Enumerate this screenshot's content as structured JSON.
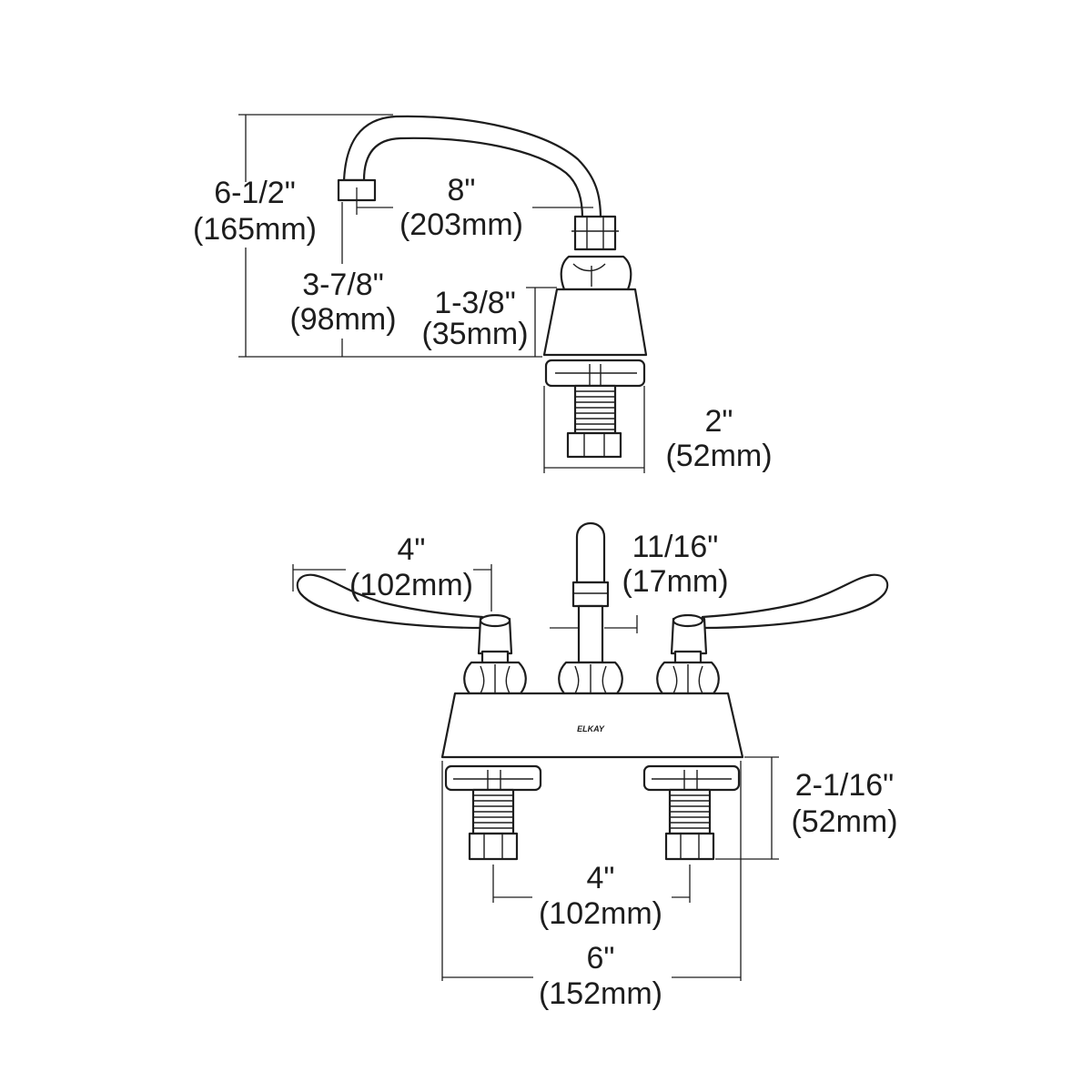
{
  "side_view": {
    "overall_height": {
      "imperial": "6-1/2\"",
      "metric": "(165mm)"
    },
    "spout_reach": {
      "imperial": "8\"",
      "metric": "(203mm)"
    },
    "spout_clearance": {
      "imperial": "3-7/8\"",
      "metric": "(98mm)"
    },
    "base_height": {
      "imperial": "1-3/8\"",
      "metric": "(35mm)"
    },
    "base_depth": {
      "imperial": "2\"",
      "metric": "(52mm)"
    }
  },
  "front_view": {
    "brand_mark": "ELKAY",
    "handle_length": {
      "imperial": "4\"",
      "metric": "(102mm)"
    },
    "spout_diameter": {
      "imperial": "11/16\"",
      "metric": "(17mm)"
    },
    "shank_length": {
      "imperial": "2-1/16\"",
      "metric": "(52mm)"
    },
    "shank_centers": {
      "imperial": "4\"",
      "metric": "(102mm)"
    },
    "overall_width": {
      "imperial": "6\"",
      "metric": "(152mm)"
    }
  }
}
